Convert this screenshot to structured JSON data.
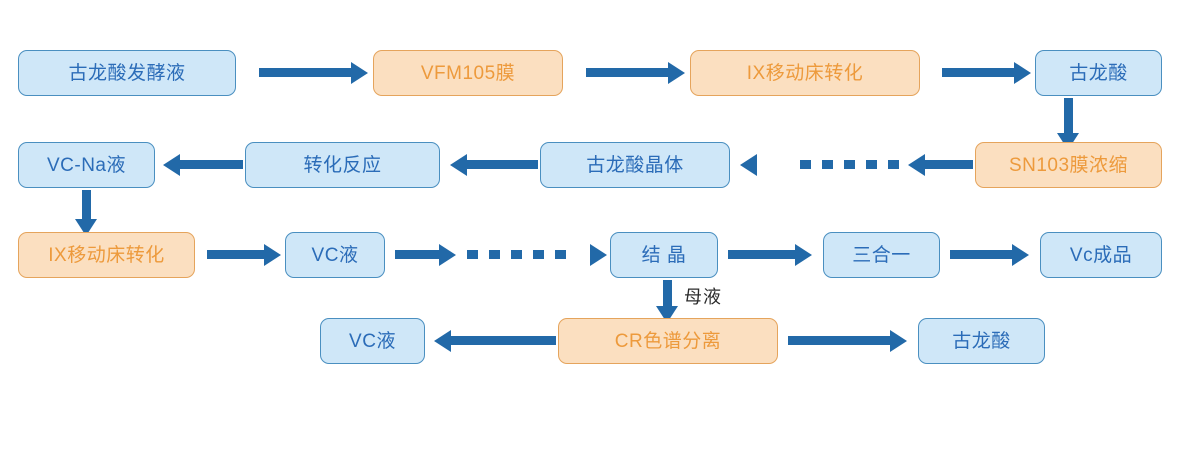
{
  "diagram": {
    "title": "Vitamin C production process flow",
    "colors": {
      "blue_fill": "#cfe7f8",
      "blue_border": "#4a8fc0",
      "blue_text": "#2b6cb8",
      "orange_fill": "#fbdfc0",
      "orange_border": "#e5a45c",
      "orange_text": "#ed9a3c",
      "arrow": "#2269a8",
      "label_text": "#2b2b2b",
      "background": "#ffffff"
    },
    "rows": [
      {
        "id": "row-1",
        "nodes": [
          {
            "id": "n1",
            "label": "古龙酸发酵液",
            "type": "blue"
          },
          {
            "id": "n2",
            "label": "VFM105膜",
            "type": "orange"
          },
          {
            "id": "n3",
            "label": "IX移动床转化",
            "type": "orange"
          },
          {
            "id": "n4",
            "label": "古龙酸",
            "type": "blue"
          }
        ]
      },
      {
        "id": "row-2",
        "nodes": [
          {
            "id": "n5",
            "label": "VC-Na液",
            "type": "blue"
          },
          {
            "id": "n6",
            "label": "转化反应",
            "type": "blue"
          },
          {
            "id": "n7",
            "label": "古龙酸晶体",
            "type": "blue"
          },
          {
            "id": "n8",
            "label": "SN103膜浓缩",
            "type": "orange"
          }
        ]
      },
      {
        "id": "row-3",
        "nodes": [
          {
            "id": "n9",
            "label": "IX移动床转化",
            "type": "orange"
          },
          {
            "id": "n10",
            "label": "VC液",
            "type": "blue"
          },
          {
            "id": "n11",
            "label": "结 晶",
            "type": "blue"
          },
          {
            "id": "n12",
            "label": "三合一",
            "type": "blue"
          },
          {
            "id": "n13",
            "label": "Vc成品",
            "type": "blue"
          }
        ]
      },
      {
        "id": "row-4",
        "nodes": [
          {
            "id": "n14",
            "label": "VC液",
            "type": "blue"
          },
          {
            "id": "n15",
            "label": "CR色谱分离",
            "type": "orange"
          },
          {
            "id": "n16",
            "label": "古龙酸",
            "type": "blue"
          }
        ]
      }
    ],
    "edge_labels": [
      {
        "id": "e-mother-liquor",
        "label": "母液",
        "from": "n11",
        "to": "n15"
      }
    ]
  }
}
